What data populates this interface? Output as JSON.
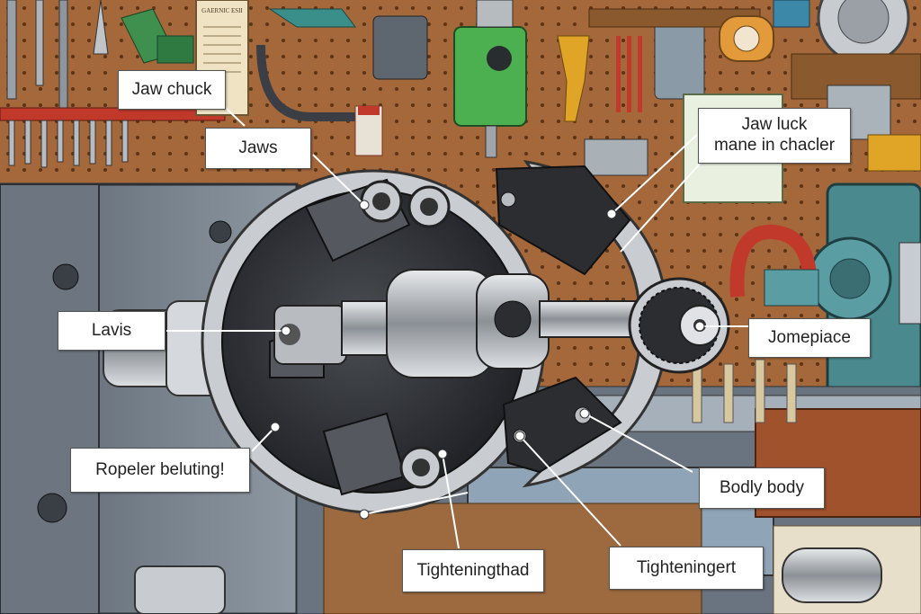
{
  "labels": {
    "jaw_chuck": "Jaw chuck",
    "jaws": "Jaws",
    "jaw_luck": "Jaw luck\nmane in chacler",
    "lavis": "Lavis",
    "jomepiace": "Jomepiace",
    "ropeler": "Ropeler beluting!",
    "bodly": "Bodly body",
    "tighteningthad": "Tighteningthad",
    "tighteningert": "Tighteningert"
  },
  "sign_text": "GAERNIC ESII",
  "colors": {
    "pegboard": "#a5683a",
    "lathe_body": "#7a8590",
    "chuck_dark": "#2b2d31",
    "chuck_ring": "#c9ccd0",
    "teal_machine": "#4a8a8f",
    "wood_bench": "#a0522d"
  }
}
